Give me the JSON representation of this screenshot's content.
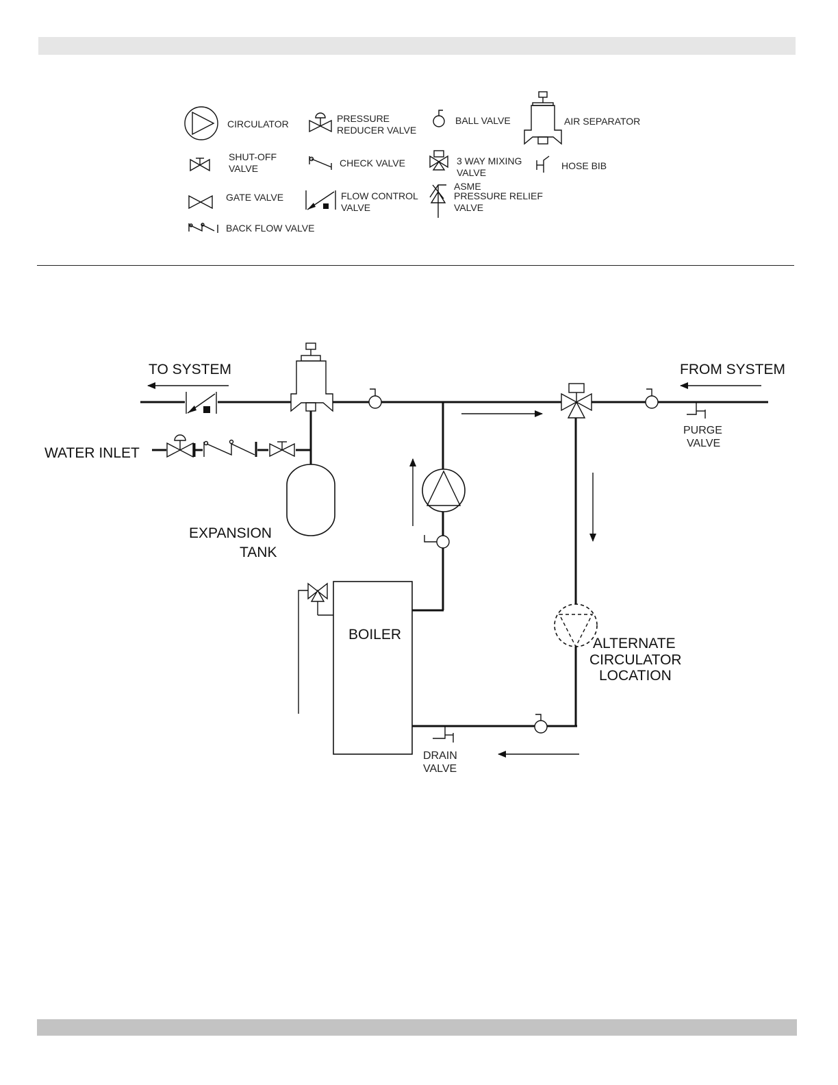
{
  "legend": {
    "circulator": "CIRCULATOR",
    "pressure_reducer_1": "PRESSURE",
    "pressure_reducer_2": "REDUCER VALVE",
    "ball_valve": "BALL VALVE",
    "air_separator": "AIR SEPARATOR",
    "shutoff_1": "SHUT-OFF",
    "shutoff_2": "VALVE",
    "check_valve": "CHECK VALVE",
    "mixing_1": "3 WAY MIXING",
    "mixing_2": "VALVE",
    "hose_bib": "HOSE BIB",
    "gate_valve": "GATE VALVE",
    "flow_control_1": "FLOW CONTROL",
    "flow_control_2": "VALVE",
    "asme_1": "ASME",
    "asme_2": "PRESSURE RELIEF",
    "asme_3": "VALVE",
    "back_flow": "BACK FLOW VALVE"
  },
  "diagram": {
    "to_system": "TO SYSTEM",
    "from_system": "FROM SYSTEM",
    "water_inlet": "WATER INLET",
    "expansion_1": "EXPANSION",
    "expansion_2": "TANK",
    "boiler": "BOILER",
    "purge_1": "PURGE",
    "purge_2": "VALVE",
    "drain_1": "DRAIN",
    "drain_2": "VALVE",
    "alt_1": "ALTERNATE",
    "alt_2": "CIRCULATOR",
    "alt_3": "LOCATION"
  }
}
